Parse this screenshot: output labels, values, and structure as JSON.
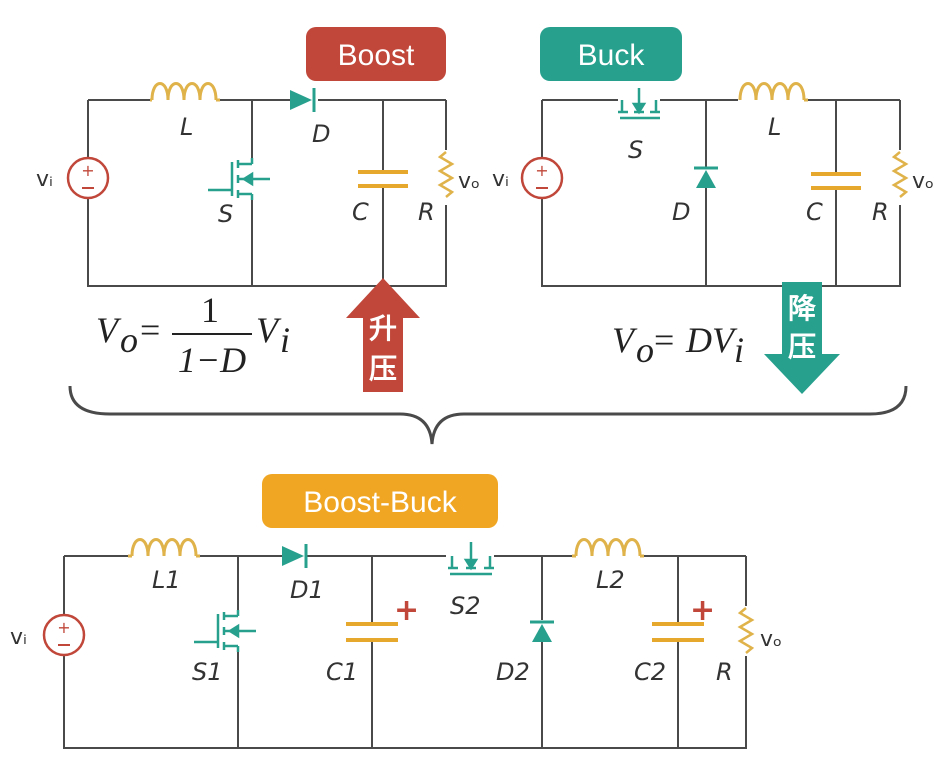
{
  "boost": {
    "title": "Boost",
    "labels": {
      "inductor": "L",
      "diode": "D",
      "switch": "S",
      "capacitor": "C",
      "resistor": "R",
      "vin": "vᵢ",
      "vout": "vₒ"
    },
    "formula": {
      "lhs": "V",
      "lhs_sub": "o",
      "eq": "=",
      "num": "1",
      "den": "1−D",
      "rhs": "V",
      "rhs_sub": "i"
    },
    "arrow_text": [
      "升",
      "压"
    ]
  },
  "buck": {
    "title": "Buck",
    "labels": {
      "inductor": "L",
      "diode": "D",
      "switch": "S",
      "capacitor": "C",
      "resistor": "R",
      "vin": "vᵢ",
      "vout": "vₒ"
    },
    "formula": {
      "lhs": "V",
      "lhs_sub": "o",
      "eq": "=",
      "rhs": "DV",
      "rhs_sub": "i"
    },
    "arrow_text": [
      "降",
      "压"
    ]
  },
  "boost_buck": {
    "title": "Boost-Buck",
    "labels": {
      "inductor1": "L1",
      "diode1": "D1",
      "switch1": "S1",
      "capacitor1": "C1",
      "switch2": "S2",
      "diode2": "D2",
      "inductor2": "L2",
      "capacitor2": "C2",
      "resistor": "R",
      "vin": "vᵢ",
      "vout": "vₒ",
      "plus1": "+",
      "plus2": "+"
    }
  },
  "colors": {
    "boost_tag": "#c0473a",
    "buck_tag": "#27a08e",
    "boost_buck_tag": "#f0a623",
    "inductor": "#e0b24a",
    "capacitor": "#e6a92e",
    "component_teal": "#27a08e",
    "source": "#c0473a",
    "wire": "#4a4a4a"
  }
}
